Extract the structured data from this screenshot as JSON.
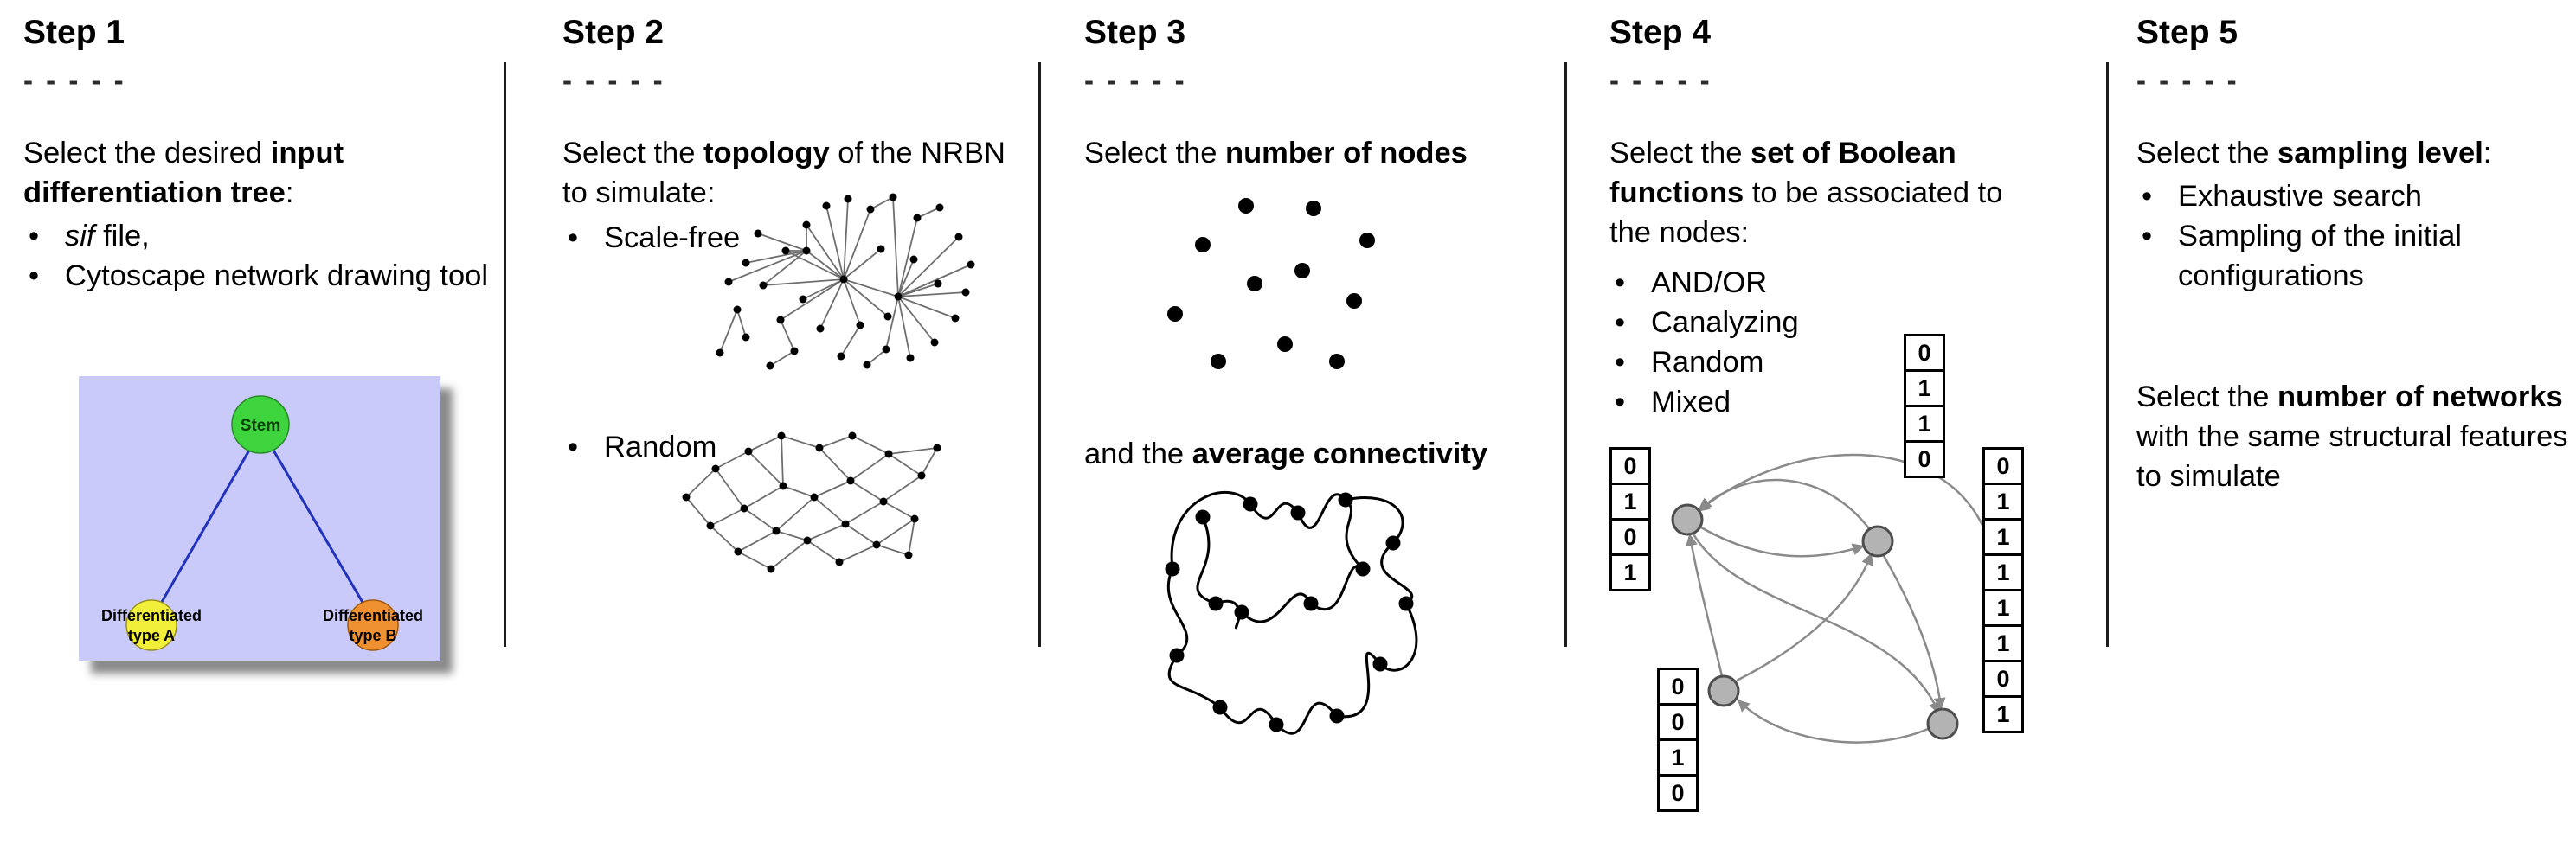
{
  "glyphs": {
    "bullet": "•"
  },
  "step1": {
    "title": "Step 1",
    "dashes": "- - - - -",
    "intro": {
      "pre": "Select the desired ",
      "bold": "input differentiation tree",
      "post": ":"
    },
    "bullet1": {
      "italic": "sif",
      "rest": " file,"
    },
    "bullet2": "Cytoscape network drawing tool",
    "tree": {
      "stem_label": "Stem",
      "left_label_line1": "Differentiated",
      "left_label_line2": "type A",
      "right_label_line1": "Differentiated",
      "right_label_line2": "type B",
      "colors": {
        "background": "#c9c9fa",
        "stem": "#3ed43e",
        "type_a": "#f1ef39",
        "type_b": "#ef9130",
        "edge": "#2233bb"
      }
    }
  },
  "step2": {
    "title": "Step 2",
    "dashes": "- - - - -",
    "intro": {
      "pre": "Select the ",
      "bold": "topology",
      "post": " of the NRBN to simulate:"
    },
    "bullet1": "Scale-free",
    "bullet2": "Random"
  },
  "step3": {
    "title": "Step 3",
    "dashes": "- - - - -",
    "intro": {
      "pre": "Select the ",
      "bold": "number of nodes"
    },
    "second": {
      "pre": "and the ",
      "bold": "average connectivity"
    }
  },
  "step4": {
    "title": "Step 4",
    "dashes": "- - - - -",
    "intro": {
      "pre": "Select the ",
      "bold": "set of Boolean functions",
      "post": " to be associated to the nodes:"
    },
    "bullets": [
      "AND/OR",
      "Canalyzing",
      "Random",
      "Mixed"
    ],
    "tables": {
      "left": [
        "0",
        "1",
        "0",
        "1"
      ],
      "top": [
        "0",
        "1",
        "1",
        "0"
      ],
      "bottom": [
        "0",
        "0",
        "1",
        "0"
      ],
      "right": [
        "0",
        "1",
        "1",
        "1",
        "1",
        "1",
        "0",
        "1"
      ]
    }
  },
  "step5": {
    "title": "Step 5",
    "dashes": "- - - - -",
    "intro": {
      "pre": "Select the ",
      "bold": "sampling level",
      "post": ":"
    },
    "bullets": [
      "Exhaustive search",
      "Sampling of the initial configurations"
    ],
    "second": {
      "pre": "Select the ",
      "bold": "number of networks",
      "post": " with the same structural features to simulate"
    }
  }
}
